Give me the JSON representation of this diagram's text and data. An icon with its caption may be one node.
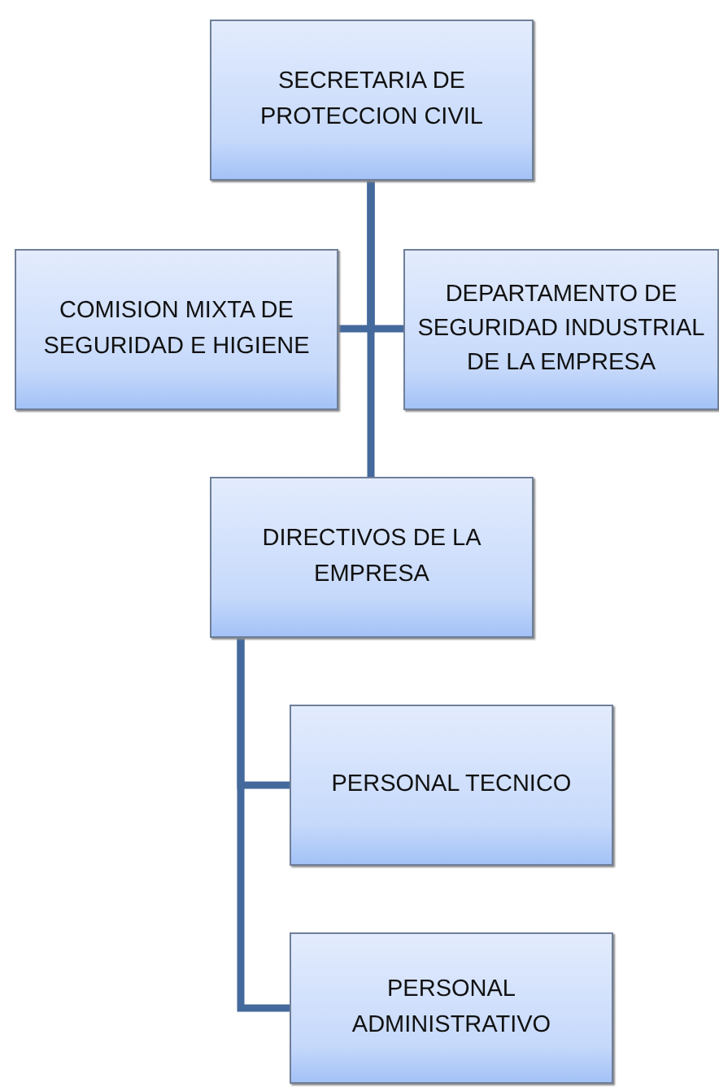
{
  "diagram": {
    "nodes": [
      {
        "text": [
          "SECRETARIA DE PROTECCION CIVIL"
        ]
      },
      {
        "text": [
          "COMISION MIXTA DE SEGURIDAD E HIGIENE"
        ]
      },
      {
        "text": [
          "DEPARTAMENTO DE SEGURIDAD INDUSTRIAL DE LA EMPRESA"
        ]
      },
      {
        "text": [
          "DIRECTIVOS DE LA EMPRESA"
        ]
      },
      {
        "text": [
          "PERSONAL TECNICO"
        ]
      },
      {
        "text": [
          "PERSONAL ADMINISTRATIVO"
        ]
      }
    ],
    "edges": [
      {
        "from": 0,
        "to": 1,
        "arrow": "none"
      },
      {
        "from": 0,
        "to": 2,
        "arrow": "none"
      },
      {
        "from": 0,
        "to": 3,
        "arrow": "none"
      },
      {
        "from": 3,
        "to": 4,
        "arrow": "none"
      },
      {
        "from": 3,
        "to": 5,
        "arrow": "none"
      }
    ]
  }
}
